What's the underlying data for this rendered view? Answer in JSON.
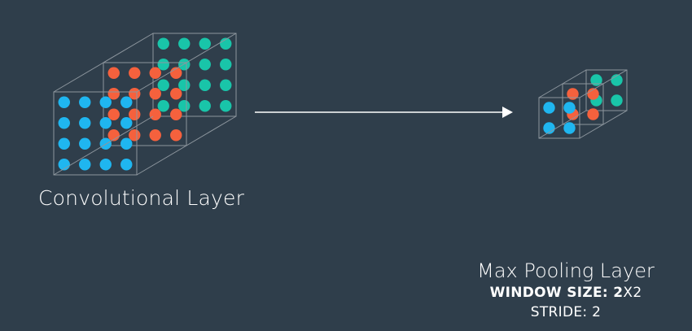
{
  "colors": {
    "background": "#2f3e4b",
    "blue": "#1fb6f0",
    "orange": "#f5613d",
    "teal": "#19c5a9",
    "edge": "#8d969e",
    "arrow": "#ffffff",
    "text": "#ffffff"
  },
  "conv_layer": {
    "label": "Convolutional Layer",
    "grid_size": 4,
    "slices": [
      "blue",
      "orange",
      "teal"
    ]
  },
  "pool_layer": {
    "label": "Max Pooling Layer",
    "window_label": "WINDOW SIZE:",
    "window_value_bold": "2",
    "window_value_rest": "X2",
    "stride_text": "STRIDE: 2",
    "grid_size": 2,
    "slices": [
      "blue",
      "orange",
      "teal"
    ]
  }
}
